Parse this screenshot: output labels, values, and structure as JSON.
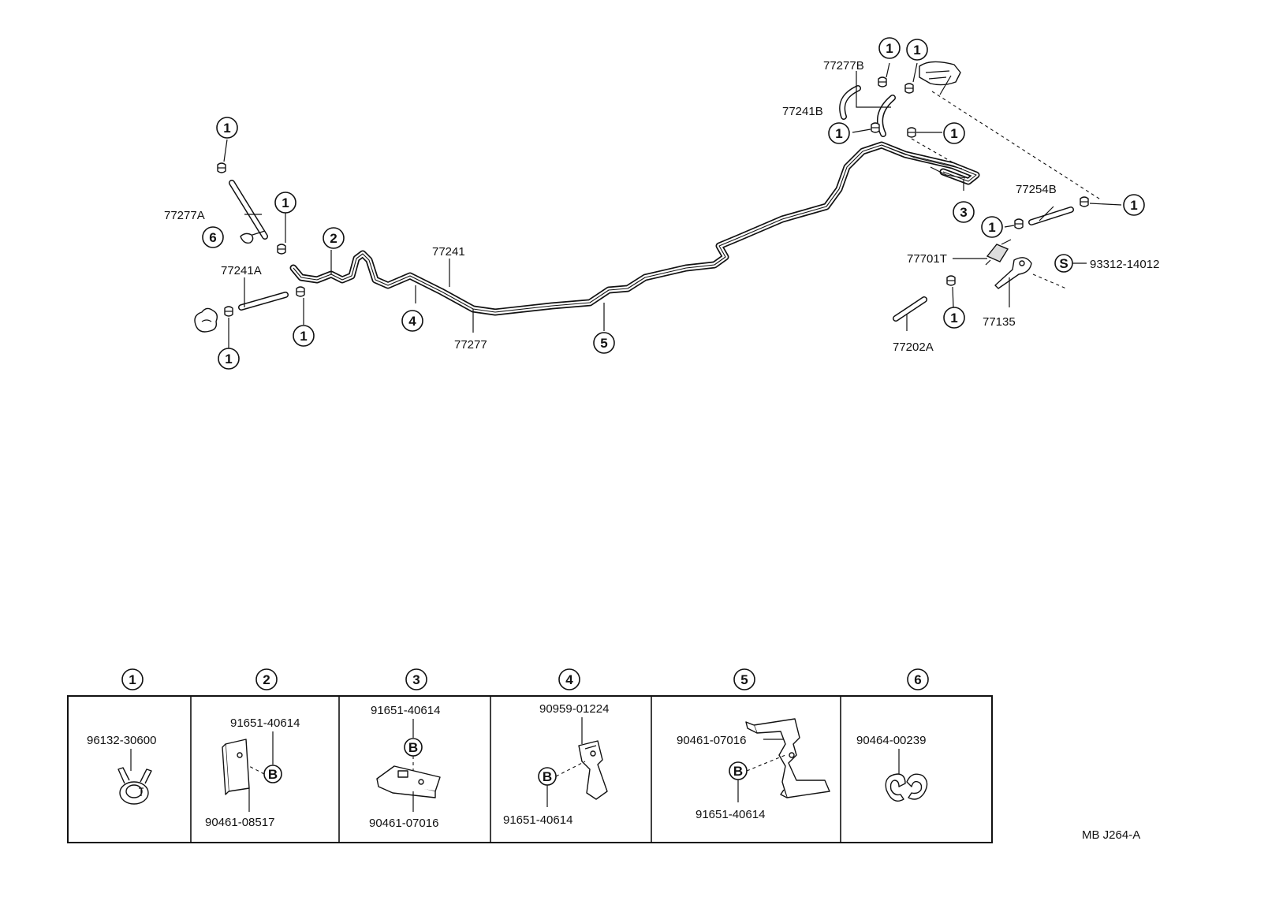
{
  "callouts": {
    "c_77277B": "77277B",
    "c_77241B": "77241B",
    "c_77254B": "77254B",
    "c_77701T": "77701T",
    "c_93312": "93312-14012",
    "c_77135": "77135",
    "c_77202A": "77202A",
    "c_77277A": "77277A",
    "c_77241A": "77241A",
    "c_77241": "77241",
    "c_77277": "77277",
    "symbol_s": "S",
    "symbol_b": "B"
  },
  "ref_numbers": [
    "1",
    "2",
    "3",
    "4",
    "5",
    "6"
  ],
  "detail_table": [
    {
      "num": "1",
      "parts": [
        "96132-30600"
      ]
    },
    {
      "num": "2",
      "parts": [
        "91651-40614",
        "90461-08517"
      ]
    },
    {
      "num": "3",
      "parts": [
        "91651-40614",
        "90461-07016"
      ]
    },
    {
      "num": "4",
      "parts": [
        "90959-01224",
        "91651-40614"
      ]
    },
    {
      "num": "5",
      "parts": [
        "90461-07016",
        "91651-40614"
      ]
    },
    {
      "num": "6",
      "parts": [
        "90464-00239"
      ]
    }
  ],
  "drawing_code": "MB J264-A"
}
